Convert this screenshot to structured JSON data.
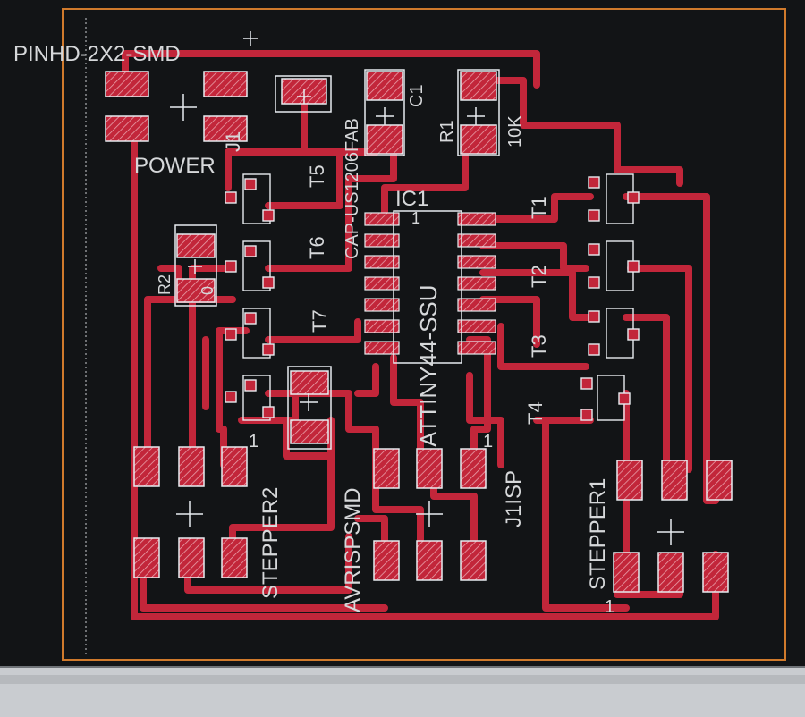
{
  "colors": {
    "background": "#121416",
    "trace": "#c2263a",
    "pad": "#c2263a",
    "outline": "#e8ecf0",
    "board_edge": "#d07a2c",
    "label": "#d6d8da"
  },
  "labels": {
    "pinhd": "PINHD-2X2-SMD",
    "power": "POWER",
    "j1": "J1",
    "t5": "T5",
    "t6": "T6",
    "t7": "T7",
    "t1": "T1",
    "t2": "T2",
    "t3": "T3",
    "t4": "T4",
    "cap": "CAP-US1206FAB",
    "c1": "C1",
    "r1": "R1",
    "r10k": "10K",
    "ic1": "IC1",
    "attiny": "ATTINY44-SSU",
    "r2": "R2",
    "r_zero": "0",
    "stepper2": "STEPPER2",
    "stepper1": "STEPPER1",
    "avrispsmd": "AVRISPSMD",
    "j1isp": "J1ISP",
    "pin1_a": "1",
    "pin1_b": "1",
    "pin1_c": "1",
    "pin1_d": "1"
  }
}
